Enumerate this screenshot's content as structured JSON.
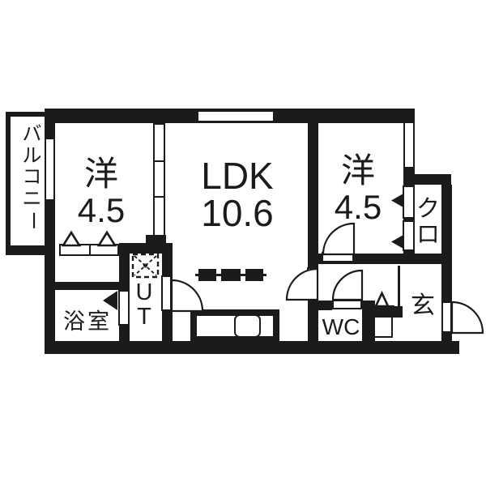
{
  "title": "apartment-floor-plan",
  "colors": {
    "ink": "#1b1b1b",
    "bg": "#ffffff"
  },
  "rooms": {
    "balcony": {
      "label": "バルコニー"
    },
    "bedroom_left": {
      "label": "洋",
      "size": "4.5"
    },
    "ldk": {
      "label": "LDK",
      "size": "10.6"
    },
    "bedroom_right": {
      "label": "洋",
      "size": "4.5"
    },
    "closet": {
      "label": "クロ"
    },
    "bathroom": {
      "label": "浴室"
    },
    "utility": {
      "label": "UT"
    },
    "wc": {
      "label": "WC"
    },
    "entrance": {
      "label": "玄"
    }
  },
  "symbols": {
    "washing_machine_pan": "dashed-square-x",
    "swing_door_count": 5,
    "folding_door_markers": "black-triangles",
    "closet_door_markers": "outline-triangles"
  }
}
